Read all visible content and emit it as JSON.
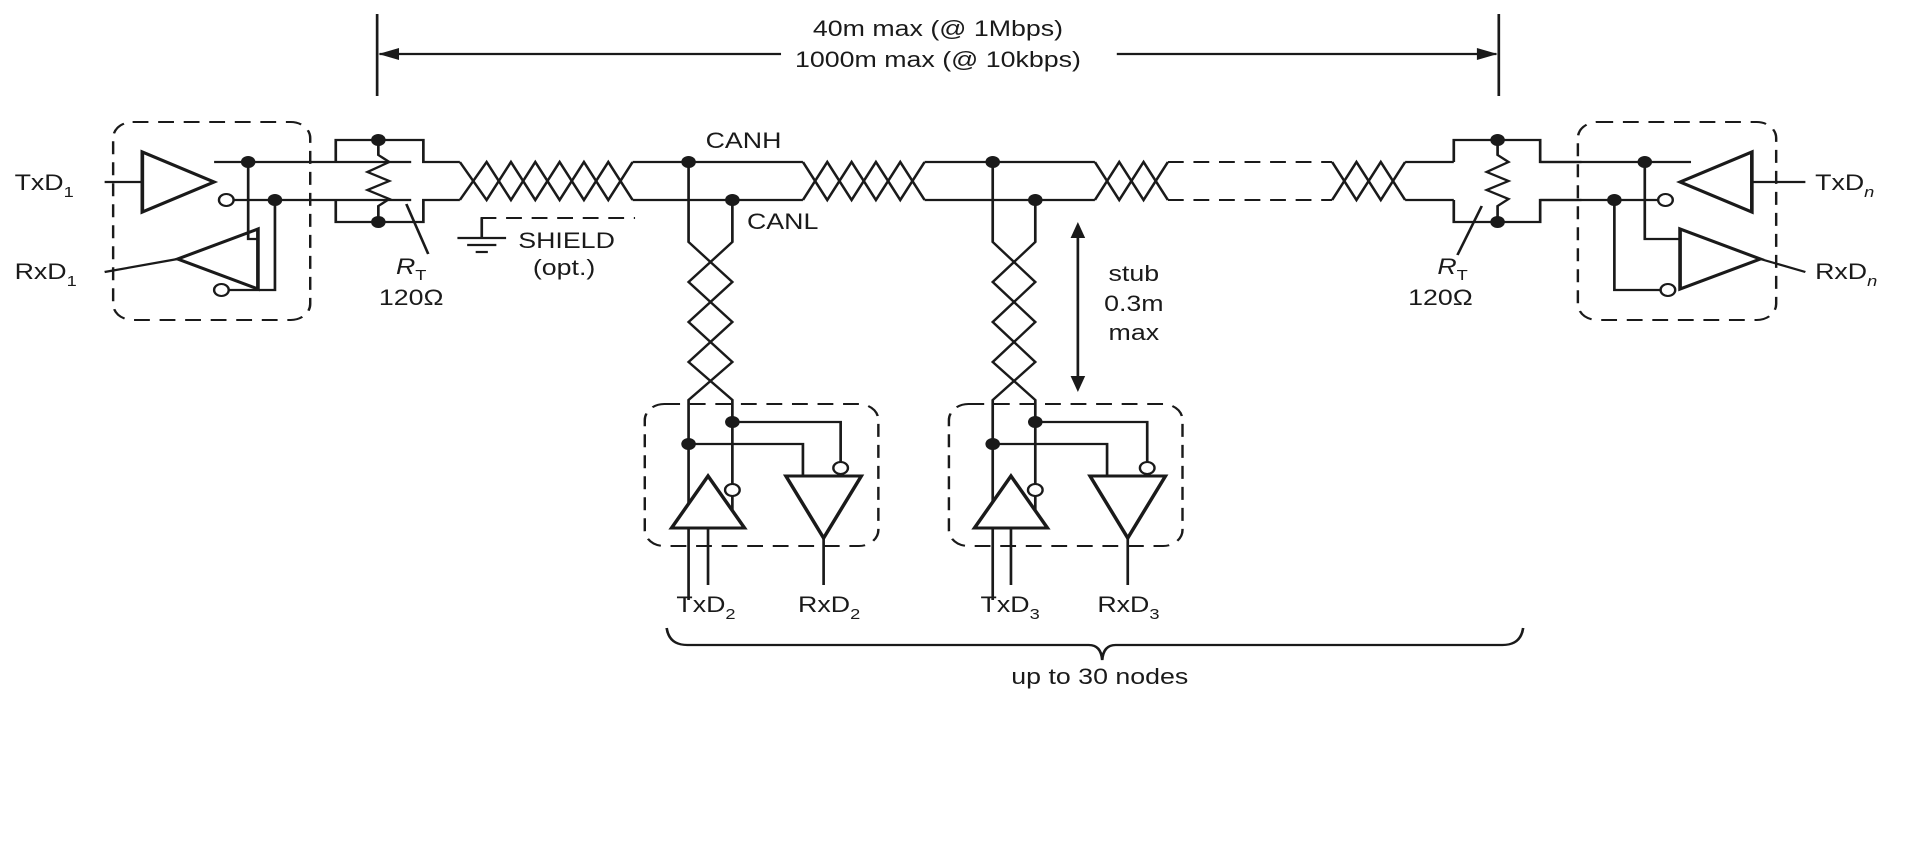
{
  "diagram": {
    "type": "CAN bus network wiring",
    "bus_length": {
      "line1": "40m max (@ 1Mbps)",
      "line2": "1000m max (@ 10kbps)"
    },
    "bus_lines": {
      "high": "CANH",
      "low": "CANL"
    },
    "shield": {
      "label": "SHIELD",
      "note": "(opt.)"
    },
    "terminators": [
      {
        "symbol": "R",
        "subscript": "T",
        "value": "120Ω"
      },
      {
        "symbol": "R",
        "subscript": "T",
        "value": "120Ω"
      }
    ],
    "stub": {
      "line1": "stub",
      "line2": "0.3m",
      "line3": "max"
    },
    "nodes": [
      {
        "tx": "TxD",
        "rx": "RxD",
        "index": "1"
      },
      {
        "tx": "TxD",
        "rx": "RxD",
        "index": "2"
      },
      {
        "tx": "TxD",
        "rx": "RxD",
        "index": "3"
      },
      {
        "tx": "TxD",
        "rx": "RxD",
        "index": "n"
      }
    ],
    "node_count_label": "up to 30 nodes"
  }
}
